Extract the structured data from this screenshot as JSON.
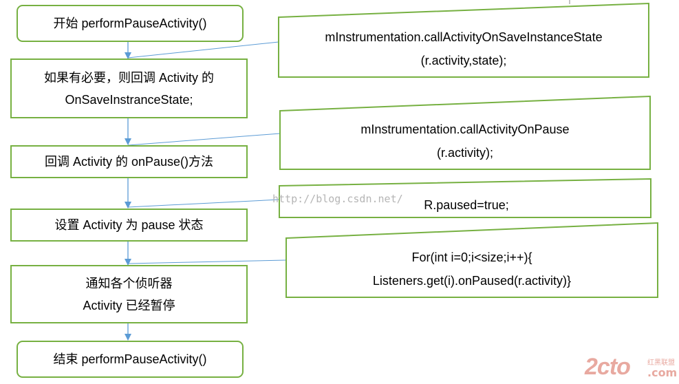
{
  "flow": {
    "start": "开始 performPauseActivity()",
    "step1_line1": "如果有必要，则回调 Activity 的",
    "step1_line2": "OnSaveInstranceState;",
    "step2": "回调 Activity 的 onPause()方法",
    "step3": "设置 Activity 为 pause 状态",
    "step4_line1": "通知各个侦听器",
    "step4_line2": "Activity 已经暂停",
    "end": "结束 performPauseActivity()"
  },
  "callouts": {
    "c1_line1": "mInstrumentation.callActivityOnSaveInstanceState",
    "c1_line2": "(r.activity,state);",
    "c2_line1": "mInstrumentation.callActivityOnPause",
    "c2_line2": "(r.activity);",
    "c3": "R.paused=true;",
    "c4_line1": "For(int i=0;i<size;i++){",
    "c4_line2": "Listeners.get(i).onPaused(r.activity)}"
  },
  "watermark": "http://blog.csdn.net/",
  "logo": {
    "main": "2cto",
    "suffix": ".com",
    "tag": "红黑联盟"
  },
  "colors": {
    "border": "#76b041",
    "connector": "#5b9bd5"
  }
}
